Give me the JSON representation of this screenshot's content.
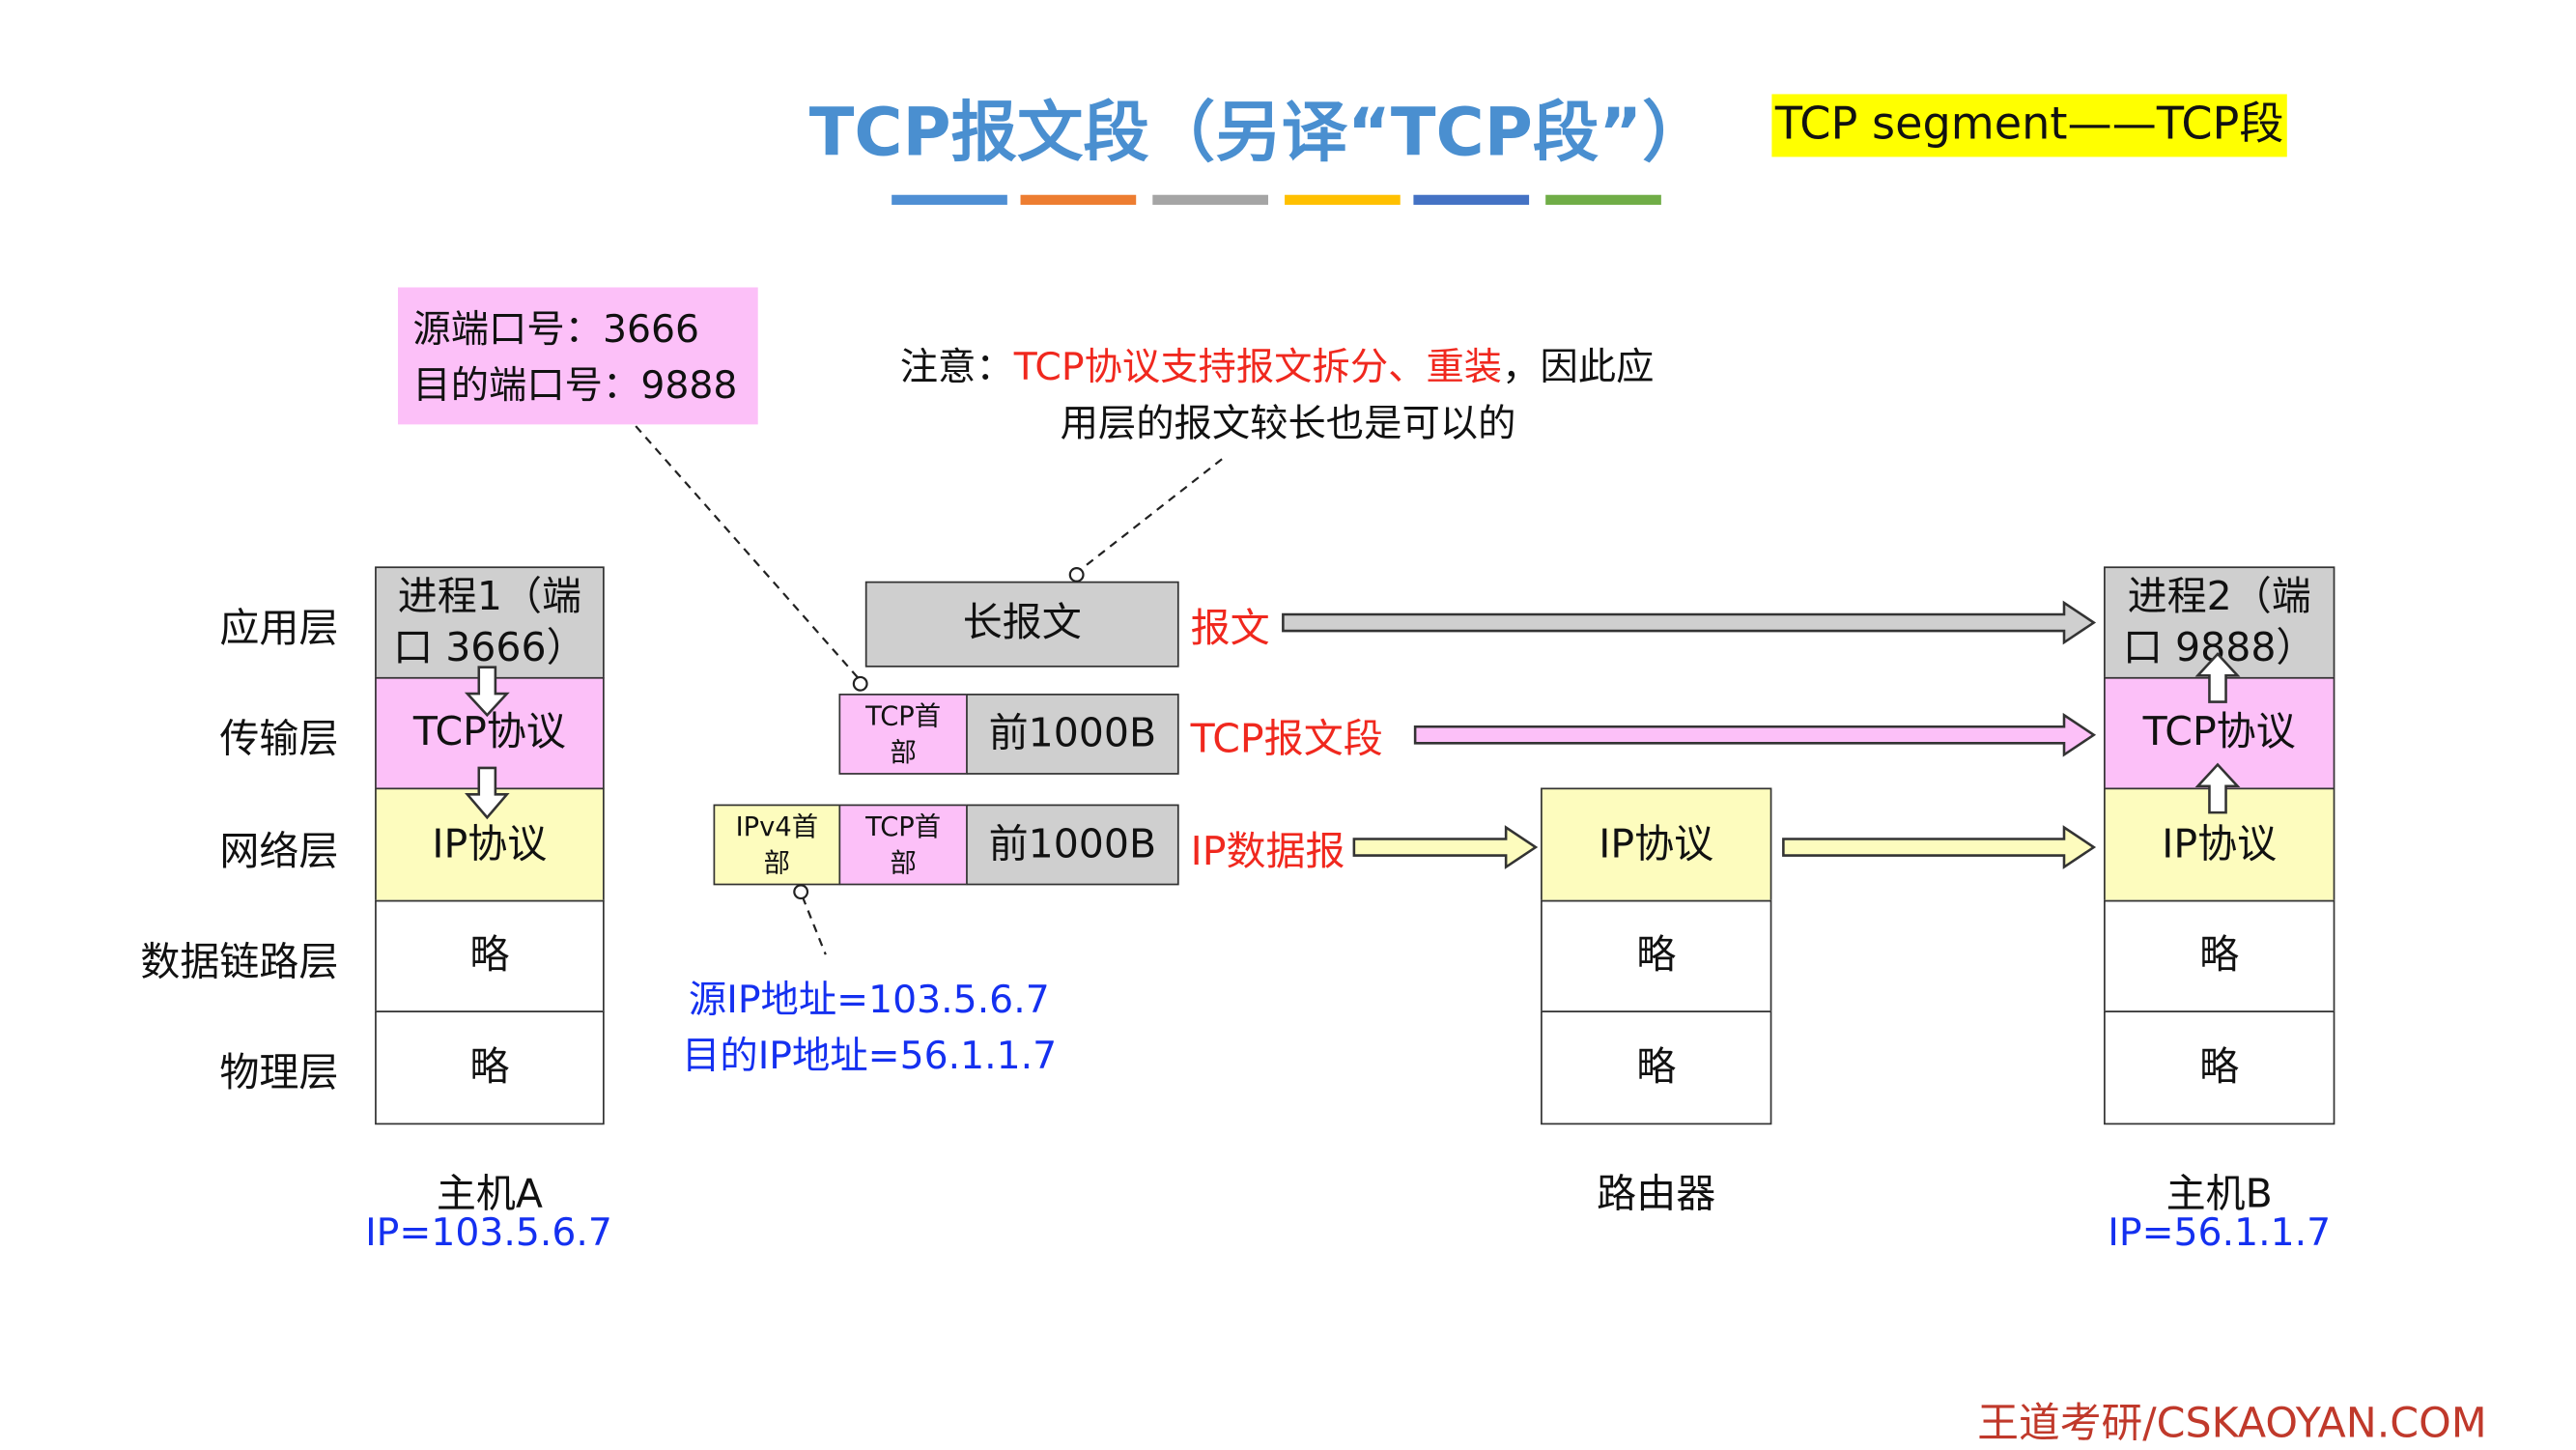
{
  "title": "TCP报文段（另译“TCP段”）",
  "subtitle_badge": "TCP segment——TCP段",
  "colors": {
    "title": "#4a8fd0",
    "badge": "#ffff00",
    "pink": "#fcc0f8",
    "yellow": "#fdfcbe",
    "gray": "#cfcfcf",
    "red": "#f0281e",
    "blue": "#1430f0",
    "footer": "#c0392b"
  },
  "color_bar": [
    "#4f8fd4",
    "#ed7d31",
    "#a5a5a5",
    "#ffc000",
    "#4472c4",
    "#70ad47"
  ],
  "port_note": {
    "line1": "源端口号：3666",
    "line2": "目的端口号：9888"
  },
  "note": {
    "prefix": "注意：",
    "highlight": "TCP协议支持报文拆分、重装",
    "suffix": "，因此应",
    "line2": "用层的报文较长也是可以的"
  },
  "layers": [
    "应用层",
    "传输层",
    "网络层",
    "数据链路层",
    "物理层"
  ],
  "host_a": {
    "app": "进程1（端口 3666）",
    "tcp": "TCP协议",
    "ip": "IP协议",
    "link": "略",
    "phys": "略",
    "name": "主机A",
    "ip_addr": "IP=103.5.6.7"
  },
  "router": {
    "ip": "IP协议",
    "link": "略",
    "phys": "略",
    "name": "路由器"
  },
  "host_b": {
    "app": "进程2（端口 9888）",
    "tcp": "TCP协议",
    "ip": "IP协议",
    "link": "略",
    "phys": "略",
    "name": "主机B",
    "ip_addr": "IP=56.1.1.7"
  },
  "packets": {
    "message": "长报文",
    "tcp_header": "TCP首部",
    "ipv4_header": "IPv4首部",
    "payload": "前1000B",
    "label_message": "报文",
    "label_segment": "TCP报文段",
    "label_datagram": "IP数据报"
  },
  "ip_note": {
    "src": "源IP地址=103.5.6.7",
    "dst": "目的IP地址=56.1.1.7"
  },
  "footer": "王道考研/CSKAOYAN.COM"
}
